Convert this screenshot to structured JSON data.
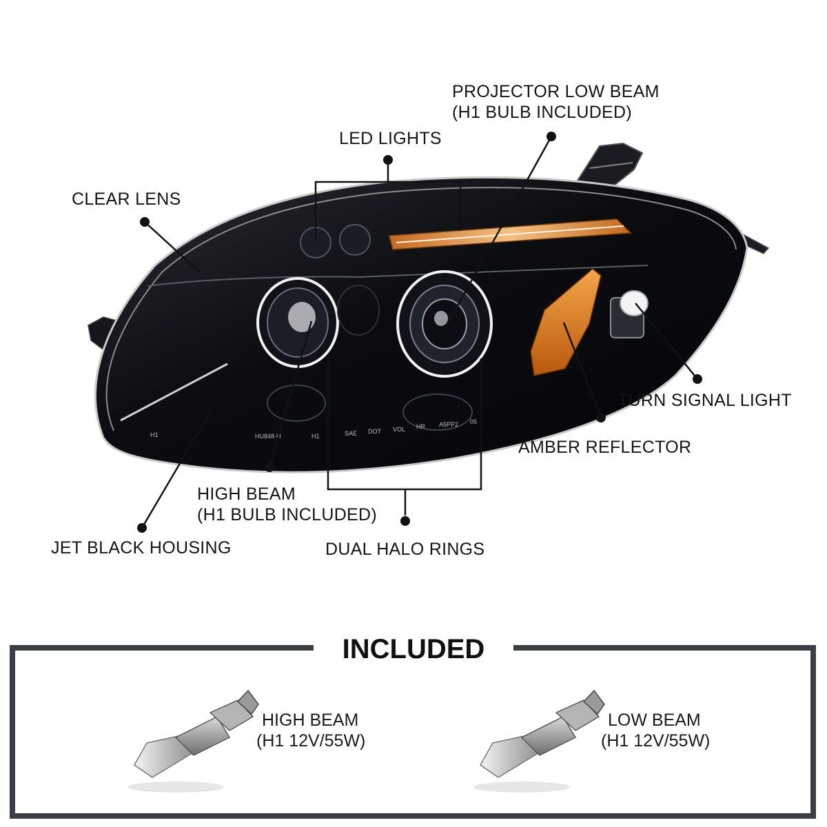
{
  "callouts": {
    "projector_low_beam": [
      "PROJECTOR LOW BEAM",
      "(H1 BULB INCLUDED)"
    ],
    "led_lights": "LED LIGHTS",
    "clear_lens": "CLEAR LENS",
    "turn_signal_light": "TURN SIGNAL LIGHT",
    "amber_reflector": "AMBER REFLECTOR",
    "high_beam": [
      "HIGH BEAM",
      "(H1 BULB INCLUDED)"
    ],
    "jet_black_housing": "JET BLACK HOUSING",
    "dual_halo_rings": "DUAL HALO RINGS"
  },
  "housing_markings": [
    "H1",
    "HU848-H",
    "H1",
    "SAE",
    "DOT",
    "VOL",
    "HR",
    "A5PP2",
    "05"
  ],
  "included": {
    "title": "INCLUDED",
    "items": [
      {
        "line1": "HIGH BEAM",
        "line2": "(H1 12V/55W)",
        "icon": "h1-bulb-icon"
      },
      {
        "line1": "LOW BEAM",
        "line2": "(H1 12V/55W)",
        "icon": "h1-bulb-icon"
      }
    ]
  },
  "colors": {
    "housing": "#0b0c10",
    "amber": "#e8891e",
    "frame": "#3a3f44",
    "leader": "#111111"
  }
}
